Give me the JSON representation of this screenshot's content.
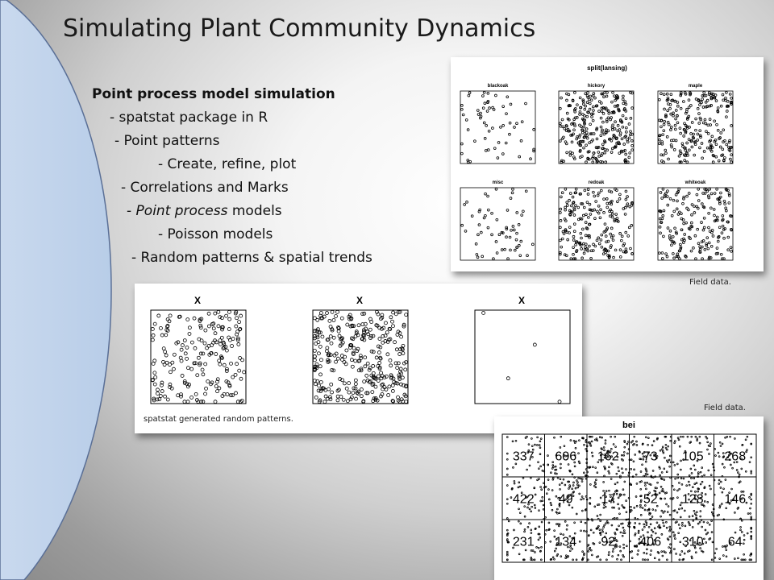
{
  "slide": {
    "title": "Simulating Plant Community Dynamics",
    "bullets": [
      {
        "text": "Point process model simulation",
        "bold": true
      },
      {
        "text": "- spatstat package in R"
      },
      {
        "text": "- Point patterns"
      },
      {
        "text": "- Create, refine, plot"
      },
      {
        "text": "- Correlations and Marks"
      },
      {
        "text_pre": "- ",
        "text_italic": "Point process",
        "text_post": " models"
      },
      {
        "text": "- Poisson models"
      },
      {
        "text": "- Random patterns & spatial trends"
      }
    ]
  },
  "figures": {
    "lansing": {
      "title": "split(lansing)",
      "panels": [
        "blackoak",
        "hickory",
        "maple",
        "misc",
        "redoak",
        "whiteoak"
      ],
      "caption": "Field data."
    },
    "random": {
      "titles": [
        "X",
        "X",
        "X"
      ],
      "caption": "spatstat generated random patterns."
    },
    "bei": {
      "title": "bei",
      "caption": "Field data.",
      "counts": [
        [
          "337",
          "606",
          "162",
          "73",
          "105",
          "268"
        ],
        [
          "422",
          "49",
          "17",
          "52",
          "128",
          "146"
        ],
        [
          "231",
          "134",
          "92",
          "406",
          "310",
          "64"
        ]
      ]
    }
  }
}
